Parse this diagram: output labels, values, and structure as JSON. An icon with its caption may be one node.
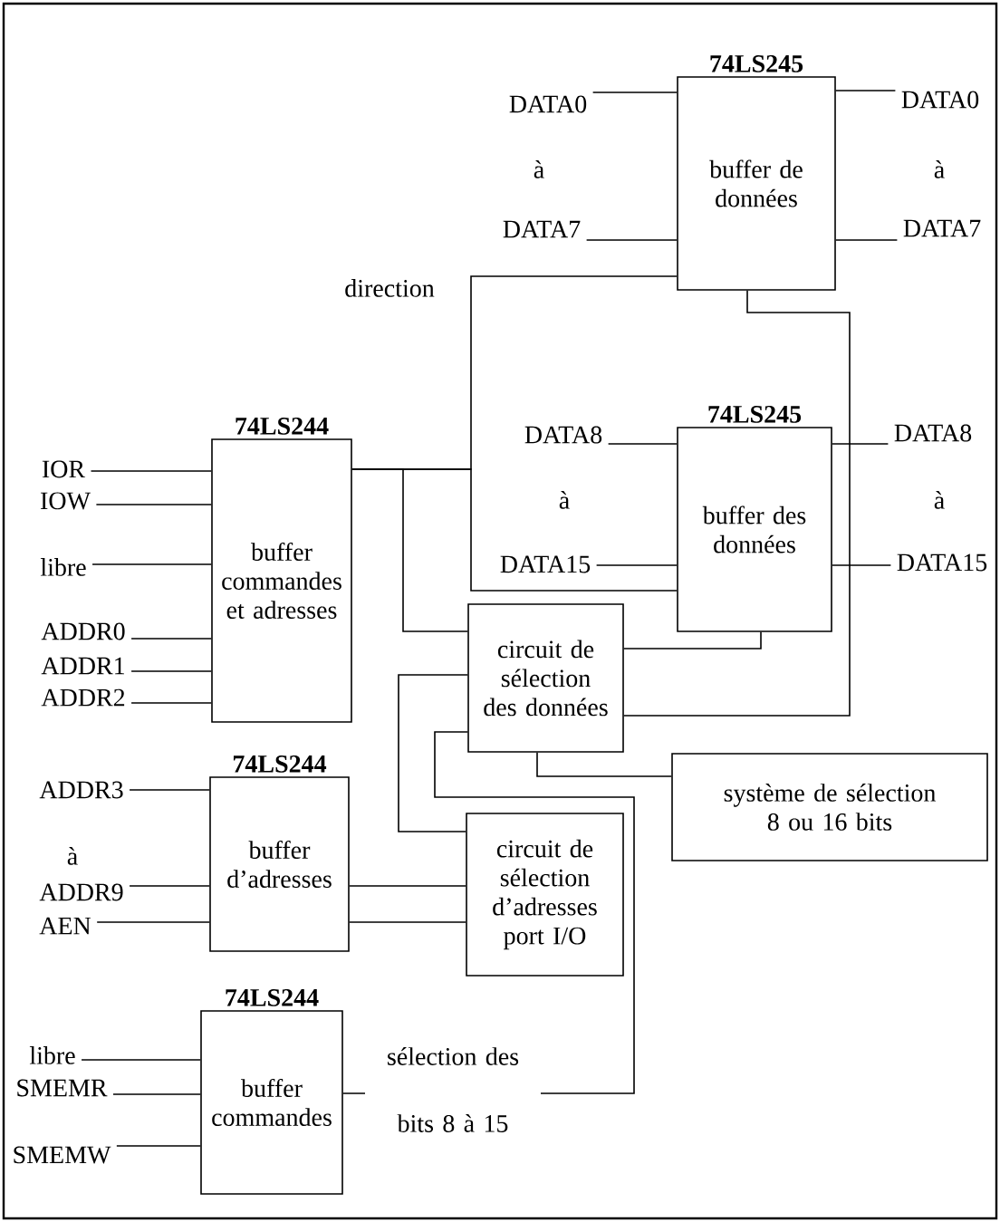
{
  "diagram": {
    "nodes": [
      {
        "text": [
          "74LS245",
          "buffer de données"
        ]
      },
      {
        "text": [
          "74LS245",
          "buffer des données"
        ]
      },
      {
        "text": [
          "74LS244",
          "buffer commandes et adresses"
        ]
      },
      {
        "text": [
          "circuit de sélection des données"
        ]
      },
      {
        "text": [
          "système de sélection 8 ou 16 bits"
        ]
      },
      {
        "text": [
          "74LS244",
          "buffer d’adresses"
        ]
      },
      {
        "text": [
          "circuit de sélection d’adresses port I/O"
        ]
      },
      {
        "text": [
          "74LS244",
          "buffer commandes"
        ]
      },
      {
        "text": [
          "DATA0"
        ]
      },
      {
        "text": [
          "DATA7"
        ]
      },
      {
        "text": [
          "DATA0"
        ]
      },
      {
        "text": [
          "DATA7"
        ]
      },
      {
        "text": [
          "DATA8"
        ]
      },
      {
        "text": [
          "DATA15"
        ]
      },
      {
        "text": [
          "DATA8"
        ]
      },
      {
        "text": [
          "DATA15"
        ]
      },
      {
        "text": [
          "IOR"
        ]
      },
      {
        "text": [
          "IOW"
        ]
      },
      {
        "text": [
          "libre"
        ]
      },
      {
        "text": [
          "ADDR0"
        ]
      },
      {
        "text": [
          "ADDR1"
        ]
      },
      {
        "text": [
          "ADDR2"
        ]
      },
      {
        "text": [
          "ADDR3"
        ]
      },
      {
        "text": [
          "ADDR9"
        ]
      },
      {
        "text": [
          "AEN"
        ]
      },
      {
        "text": [
          "libre"
        ]
      },
      {
        "text": [
          "SMEMR"
        ]
      },
      {
        "text": [
          "SMEMW"
        ]
      }
    ],
    "edges": [
      {
        "from": 8,
        "to": 0,
        "arrow": "none"
      },
      {
        "from": 9,
        "to": 0,
        "arrow": "none"
      },
      {
        "from": 0,
        "to": 10,
        "arrow": "none"
      },
      {
        "from": 0,
        "to": 11,
        "arrow": "none"
      },
      {
        "from": 12,
        "to": 1,
        "arrow": "none"
      },
      {
        "from": 13,
        "to": 1,
        "arrow": "none"
      },
      {
        "from": 1,
        "to": 14,
        "arrow": "none"
      },
      {
        "from": 1,
        "to": 15,
        "arrow": "none"
      },
      {
        "from": 16,
        "to": 2,
        "arrow": "none"
      },
      {
        "from": 17,
        "to": 2,
        "arrow": "none"
      },
      {
        "from": 18,
        "to": 2,
        "arrow": "none"
      },
      {
        "from": 19,
        "to": 2,
        "arrow": "none"
      },
      {
        "from": 20,
        "to": 2,
        "arrow": "none"
      },
      {
        "from": 21,
        "to": 2,
        "arrow": "none"
      },
      {
        "from": 22,
        "to": 5,
        "arrow": "none"
      },
      {
        "from": 23,
        "to": 5,
        "arrow": "none"
      },
      {
        "from": 24,
        "to": 5,
        "arrow": "none"
      },
      {
        "from": 25,
        "to": 7,
        "arrow": "none"
      },
      {
        "from": 26,
        "to": 7,
        "arrow": "none"
      },
      {
        "from": 27,
        "to": 7,
        "arrow": "none"
      },
      {
        "from": 2,
        "to": 0,
        "arrow": "none"
      },
      {
        "from": 2,
        "to": 1,
        "arrow": "none"
      },
      {
        "from": 2,
        "to": 3,
        "arrow": "none"
      },
      {
        "from": 3,
        "to": 1,
        "arrow": "none"
      },
      {
        "from": 3,
        "to": 0,
        "arrow": "none"
      },
      {
        "from": 3,
        "to": 4,
        "arrow": "none"
      },
      {
        "from": 3,
        "to": 6,
        "arrow": "none"
      },
      {
        "from": 7,
        "to": 3,
        "arrow": "none",
        "label": "sélection des bits 8 à 15"
      },
      {
        "from": 5,
        "to": 6,
        "arrow": "none"
      },
      {
        "from": 5,
        "to": 6,
        "arrow": "none"
      }
    ],
    "labels": [
      "à",
      "à",
      "direction",
      "à",
      "à",
      "à"
    ]
  }
}
